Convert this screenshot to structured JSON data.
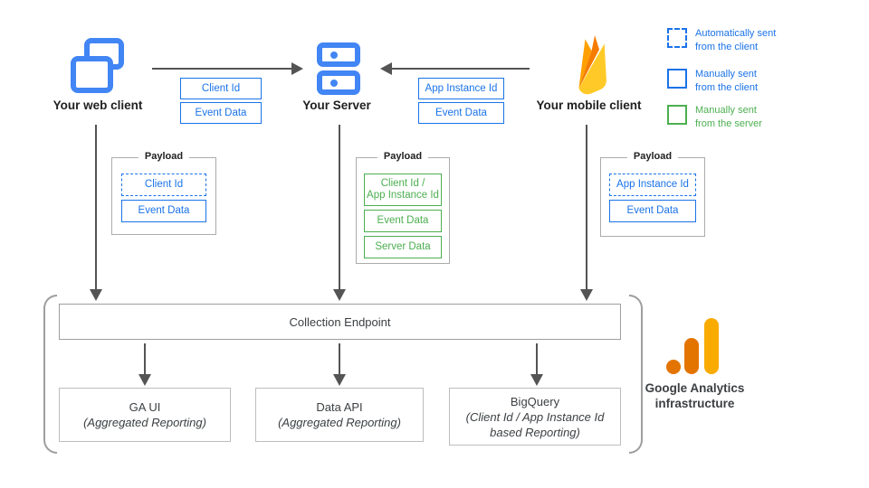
{
  "diagram": {
    "clients": {
      "web": "Your web client",
      "server": "Your Server",
      "mobile": "Your mobile client"
    },
    "flow_labels": {
      "web_to_server": [
        "Client Id",
        "Event Data"
      ],
      "mobile_to_server": [
        "App Instance Id",
        "Event Data"
      ]
    },
    "legend": [
      {
        "swatch": "dashed-blue",
        "text": "Automatically sent\nfrom the client"
      },
      {
        "swatch": "solid-blue",
        "text": "Manually sent\nfrom the client"
      },
      {
        "swatch": "solid-green",
        "text": "Manually sent\nfrom the server"
      }
    ],
    "payloads": {
      "web": {
        "title": "Payload",
        "items": [
          "Client Id",
          "Event Data"
        ]
      },
      "server": {
        "title": "Payload",
        "items": [
          "Client Id /\nApp Instance Id",
          "Event Data",
          "Server Data"
        ]
      },
      "mobile": {
        "title": "Payload",
        "items": [
          "App Instance Id",
          "Event Data"
        ]
      }
    },
    "endpoint": "Collection Endpoint",
    "outputs": [
      {
        "title": "GA UI",
        "subtitle": "(Aggregated Reporting)"
      },
      {
        "title": "Data API",
        "subtitle": "(Aggregated Reporting)"
      },
      {
        "title": "BigQuery",
        "subtitle": "(Client Id / App Instance Id\nbased Reporting)"
      }
    ],
    "infrastructure_label": "Google Analytics\ninfrastructure"
  },
  "colors": {
    "icon_blue": "#4285F4",
    "accent_blue": "#1A73E8",
    "accent_green": "#4CAF50",
    "arrow_gray": "#545454",
    "box_border_gray": "#BDBDBD",
    "firebase_left_blade": "#FFA000",
    "firebase_middle_blade": "#F57C00",
    "firebase_body": "#FFCA28",
    "ga_logo_dark_orange": "#E37400",
    "ga_logo_yellow": "#F9AB00"
  }
}
